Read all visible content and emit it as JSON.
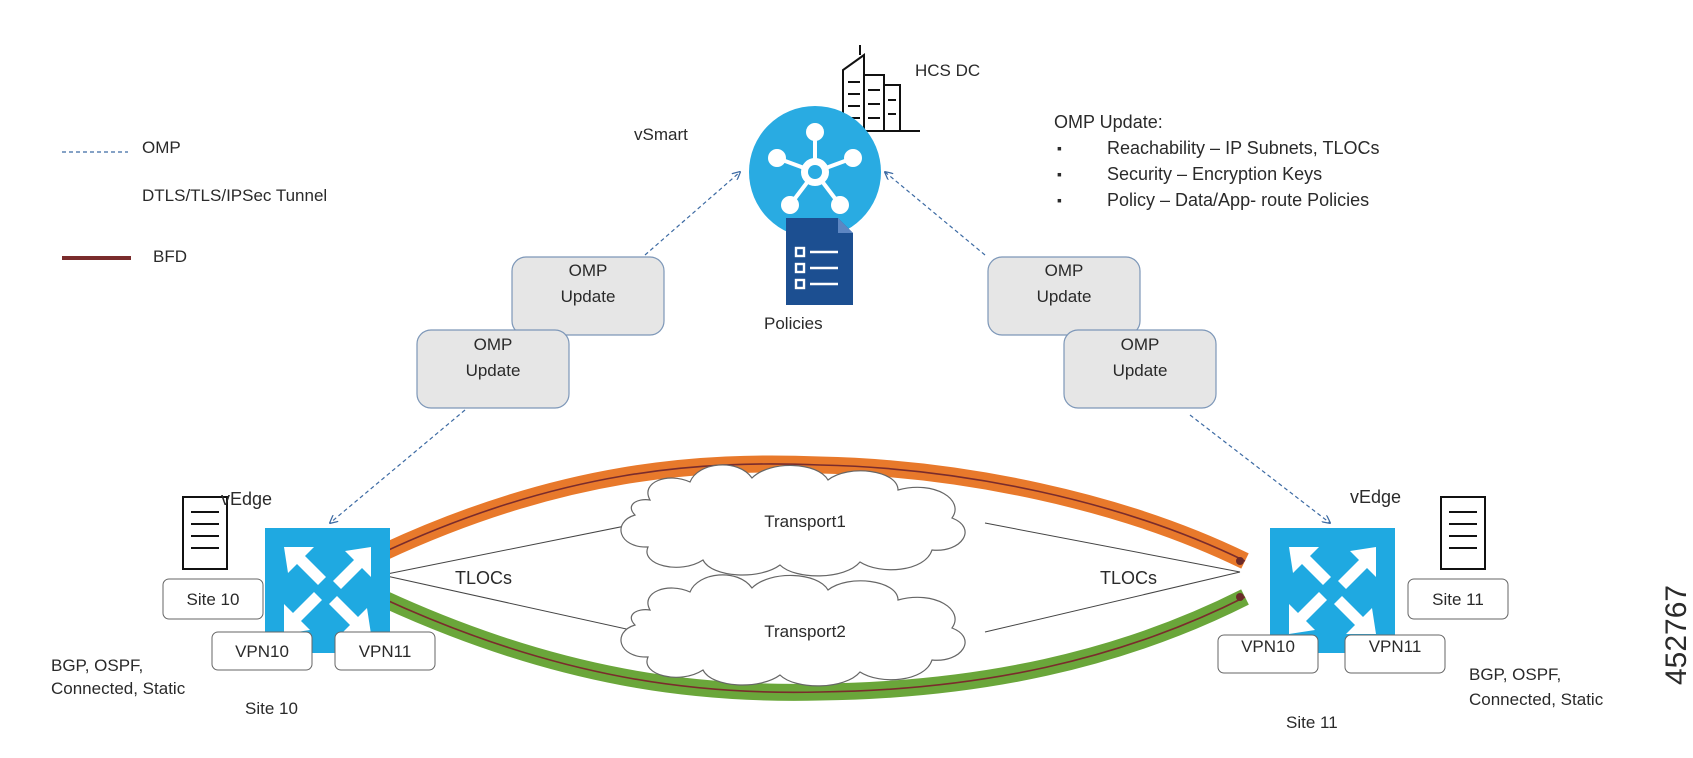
{
  "legend": {
    "omp": "OMP",
    "tunnel": "DTLS/TLS/IPSec Tunnel",
    "bfd": "BFD"
  },
  "controller": {
    "name": "vSmart",
    "dc_label": "HCS DC",
    "policies_label": "Policies"
  },
  "omp_info": {
    "title": "OMP Update:",
    "bullets": [
      "Reachability – IP Subnets, TLOCs",
      "Security – Encryption Keys",
      "Policy – Data/App- route Policies"
    ]
  },
  "update_boxes": [
    {
      "line1": "OMP",
      "line2": "Update"
    },
    {
      "line1": "OMP",
      "line2": "Update"
    },
    {
      "line1": "OMP",
      "line2": "Update"
    },
    {
      "line1": "OMP",
      "line2": "Update"
    }
  ],
  "left_site": {
    "device": "vEdge",
    "site_box": "Site 10",
    "vpn_a": "VPN10",
    "vpn_b": "VPN11",
    "protocols_1": "BGP, OSPF,",
    "protocols_2": "Connected, Static",
    "site_label": "Site 10"
  },
  "right_site": {
    "device": "vEdge",
    "site_box": "Site 11",
    "vpn_a": "VPN10",
    "vpn_b": "VPN11",
    "protocols_1": "BGP, OSPF,",
    "protocols_2": "Connected, Static",
    "site_label": "Site 11"
  },
  "transports": {
    "t1": "Transport1",
    "t2": "Transport2",
    "tlocs_left": "TLOCs",
    "tlocs_right": "TLOCs"
  },
  "figure_id": "452767",
  "colors": {
    "controller": "#29abe2",
    "router": "#1fa9e1",
    "policy_doc": "#1c4f91",
    "omp_line": "#3c6aa3",
    "bfd": "#7a2c2c",
    "orange_tunnel": "#e8792b",
    "green_tunnel": "#6aa63a",
    "update_box": "#e6e6e6"
  }
}
